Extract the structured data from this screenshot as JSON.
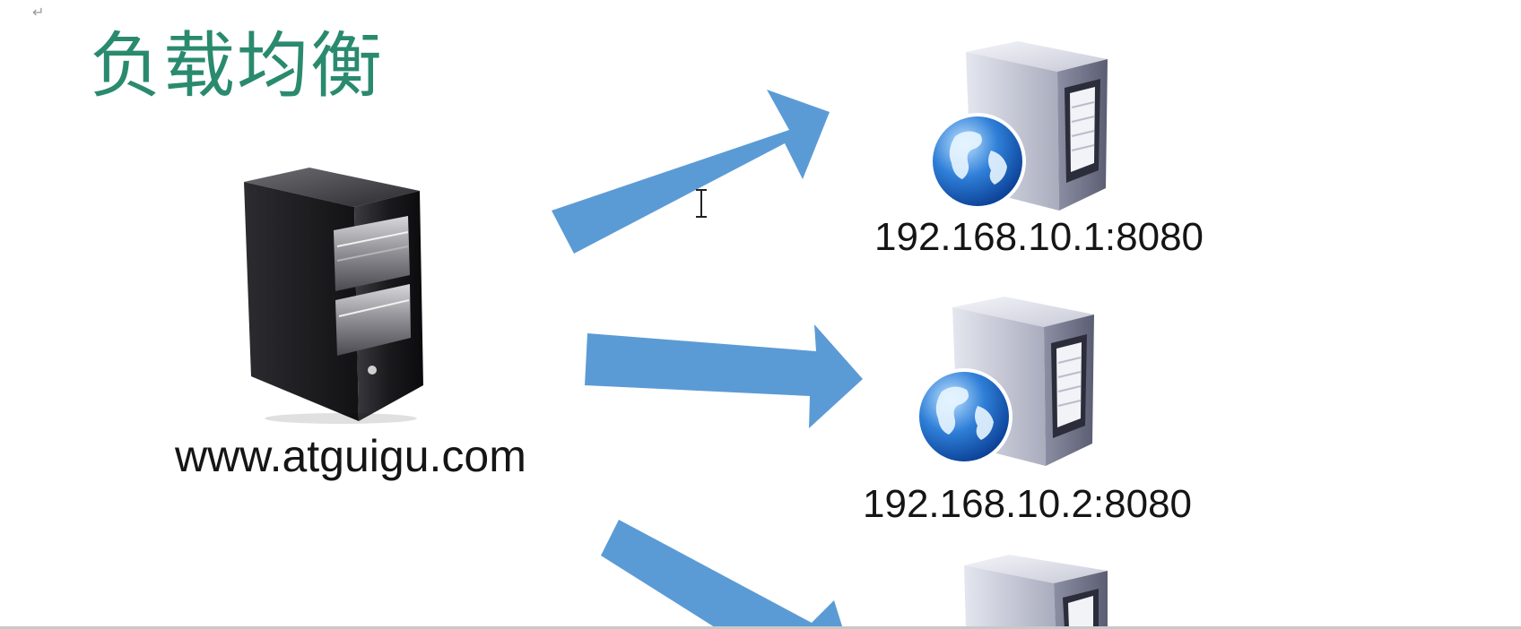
{
  "slide": {
    "paragraph_mark": "↵",
    "title": "负载均衡"
  },
  "client": {
    "icon": "server-tower-icon",
    "label": "www.atguigu.com"
  },
  "servers": [
    {
      "icon": "web-server-globe-icon",
      "label": "192.168.10.1:8080"
    },
    {
      "icon": "web-server-globe-icon",
      "label": "192.168.10.2:8080"
    },
    {
      "icon": "web-server-globe-icon",
      "label": ""
    }
  ],
  "colors": {
    "title": "#2a8a6e",
    "arrow": "#5b9bd5",
    "text": "#151515"
  }
}
